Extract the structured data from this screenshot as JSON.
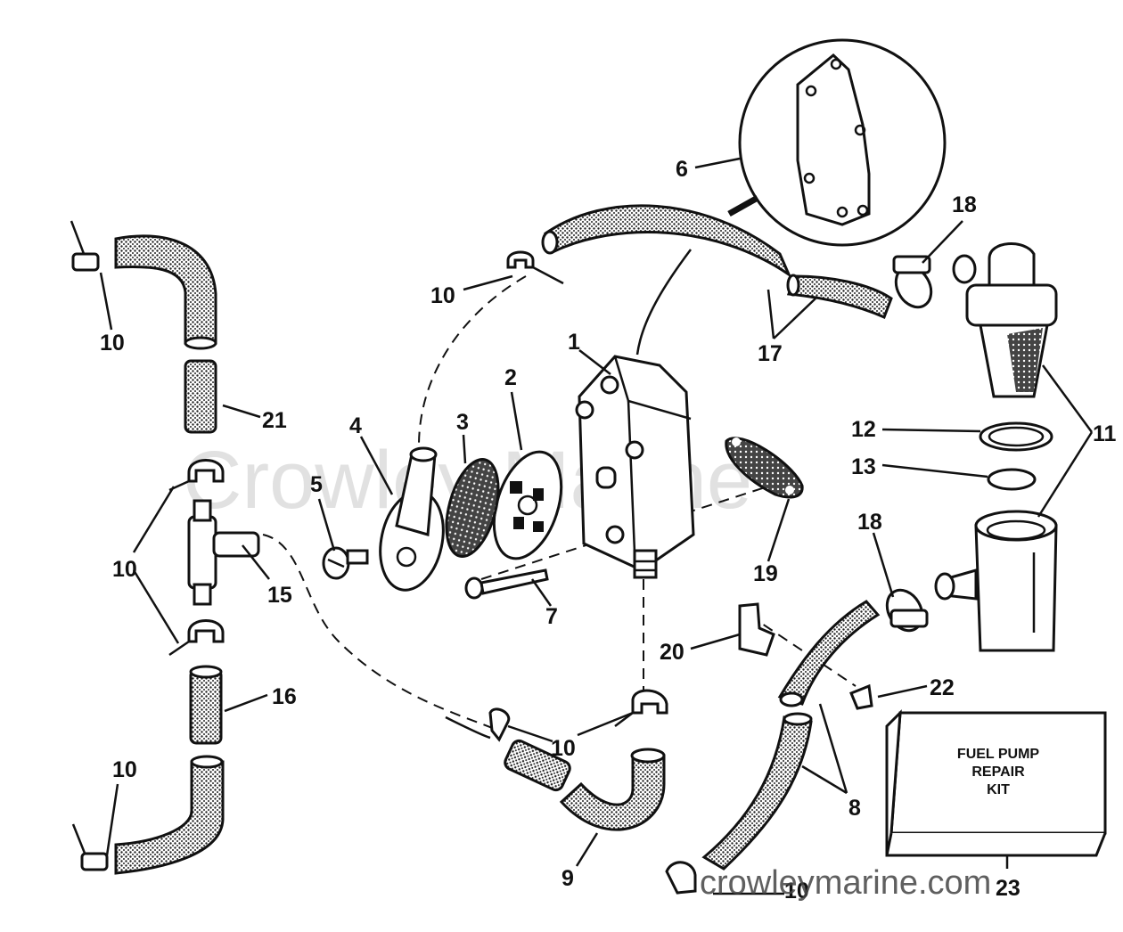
{
  "watermark": "Crowley Marine",
  "url": "crowleymarine.com",
  "kit": {
    "line1": "FUEL PUMP",
    "line2": "REPAIR",
    "line3": "KIT"
  },
  "callouts": {
    "c1": "1",
    "c2": "2",
    "c3": "3",
    "c4": "4",
    "c5": "5",
    "c6": "6",
    "c7": "7",
    "c8": "8",
    "c9": "9",
    "c10a": "10",
    "c10b": "10",
    "c10c": "10",
    "c10d": "10",
    "c10e": "10",
    "c10f": "10",
    "c11": "11",
    "c12": "12",
    "c13": "13",
    "c15": "15",
    "c16": "16",
    "c17": "17",
    "c18a": "18",
    "c18b": "18",
    "c19": "19",
    "c20": "20",
    "c21": "21",
    "c22": "22",
    "c23": "23"
  }
}
